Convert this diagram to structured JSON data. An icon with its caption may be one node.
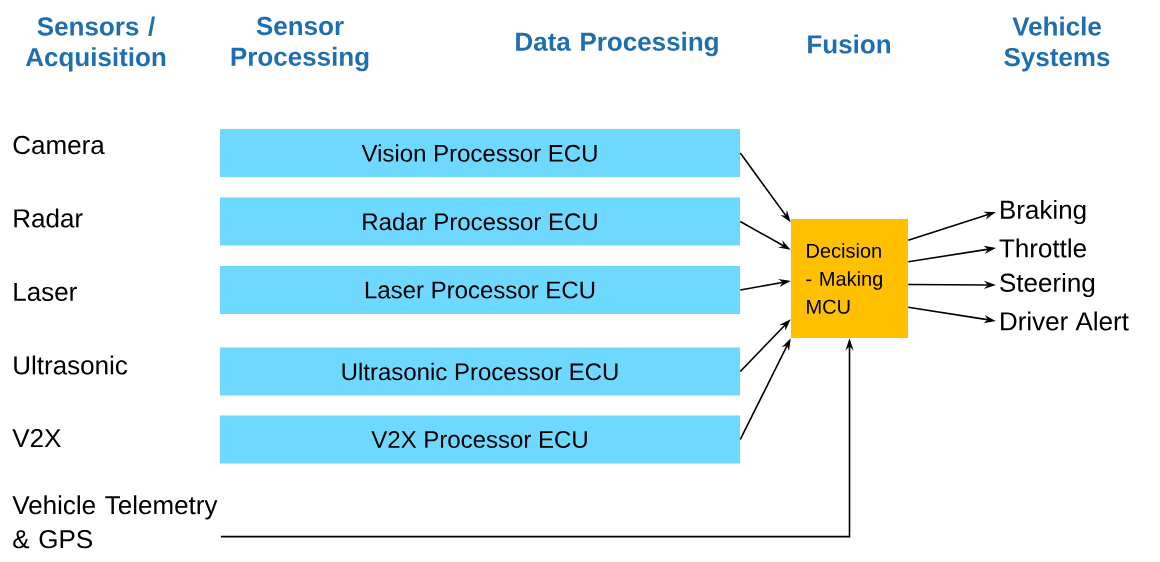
{
  "diagram": {
    "nodes": [
      {
        "text": [
          "Vision Processor ECU"
        ]
      },
      {
        "text": [
          "Radar Processor ECU"
        ]
      },
      {
        "text": [
          "Laser Processor ECU"
        ]
      },
      {
        "text": [
          "Ultrasonic Processor ECU"
        ]
      },
      {
        "text": [
          "V2X Processor ECU"
        ]
      },
      {
        "text": [
          "Decision - Making MCU"
        ]
      },
      {
        "text": [
          "Braking"
        ]
      },
      {
        "text": [
          "Throttle"
        ]
      },
      {
        "text": [
          "Steering"
        ]
      },
      {
        "text": [
          "Driver Alert"
        ]
      },
      {
        "text": [
          "Vehicle Telemetry & GPS"
        ]
      }
    ],
    "edges": [
      {
        "from": 0,
        "to": 5,
        "arrow": "to"
      },
      {
        "from": 1,
        "to": 5,
        "arrow": "to"
      },
      {
        "from": 2,
        "to": 5,
        "arrow": "to"
      },
      {
        "from": 3,
        "to": 5,
        "arrow": "to"
      },
      {
        "from": 4,
        "to": 5,
        "arrow": "to"
      },
      {
        "from": 5,
        "to": 6,
        "arrow": "to"
      },
      {
        "from": 5,
        "to": 7,
        "arrow": "to"
      },
      {
        "from": 5,
        "to": 8,
        "arrow": "to"
      },
      {
        "from": 5,
        "to": 9,
        "arrow": "to"
      },
      {
        "from": 10,
        "to": 5,
        "arrow": "to"
      }
    ],
    "labels": [
      "Sensors / Acquisition",
      "Sensor Processing",
      "Data Processing",
      "Fusion",
      "Vehicle Systems",
      "Camera",
      "Radar",
      "Laser",
      "Ultrasonic",
      "V2X"
    ]
  }
}
